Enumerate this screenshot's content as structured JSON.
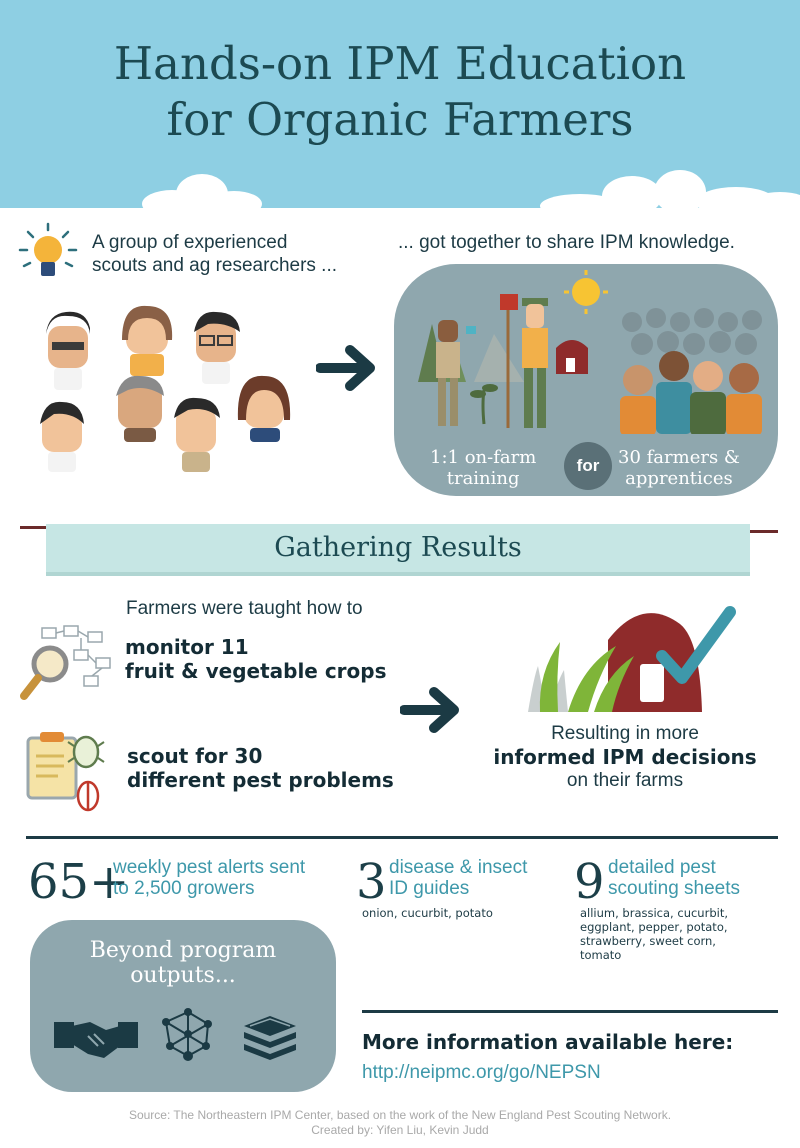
{
  "header": {
    "title_line1": "Hands-on IPM Education",
    "title_line2": "for Organic Farmers"
  },
  "intro": {
    "left_line1": "A group of experienced",
    "left_line2": "scouts and ag researchers ...",
    "right": "... got together to share IPM knowledge."
  },
  "panel": {
    "left_caption_line1": "1:1 on-farm",
    "left_caption_line2": "training",
    "badge": "for",
    "right_caption_line1": "30 farmers &",
    "right_caption_line2": "apprentices"
  },
  "results": {
    "banner": "Gathering Results",
    "taught": "Farmers were taught how to",
    "item1_line1": "monitor 11",
    "item1_line2": "fruit & vegetable crops",
    "item2_line1": "scout for 30",
    "item2_line2": "different pest problems",
    "outcome_line1": "Resulting in more",
    "outcome_line2": "informed IPM decisions",
    "outcome_line3": "on their farms"
  },
  "stats": [
    {
      "number": "65+",
      "label_line1": "weekly pest alerts sent",
      "label_line2": "to 2,500 growers",
      "sub": ""
    },
    {
      "number": "3",
      "label_line1": "disease & insect",
      "label_line2": "ID guides",
      "sub_line1": "onion, cucurbit, potato"
    },
    {
      "number": "9",
      "label_line1": "detailed pest",
      "label_line2": "scouting sheets",
      "sub_line1": "allium, brassica, cucurbit,",
      "sub_line2": "eggplant, pepper, potato,",
      "sub_line3": "strawberry, sweet corn,",
      "sub_line4": "tomato"
    }
  ],
  "beyond": {
    "title_line1": "Beyond program",
    "title_line2": "outputs..."
  },
  "more": {
    "title": "More information available here:",
    "link": "http://neipmc.org/go/NEPSN"
  },
  "footer": {
    "source": "Source: The Northeastern IPM Center, based on the work of the New England Pest Scouting Network.",
    "credits": "Created by: Yifen Liu, Kevin Judd"
  },
  "colors": {
    "sky": "#8ecfe3",
    "dark_teal": "#1c4a52",
    "accent_teal": "#3e98aa",
    "panel_gray": "#8fa7ae",
    "barn_red": "#8f2b2b"
  },
  "icons": [
    "lightbulb-icon",
    "arrow-right-icon",
    "sun-icon",
    "magnifier-icon",
    "clipboard-icon",
    "beetle-icon",
    "barn-icon",
    "checkmark-icon",
    "handshake-icon",
    "network-icon",
    "books-icon"
  ]
}
